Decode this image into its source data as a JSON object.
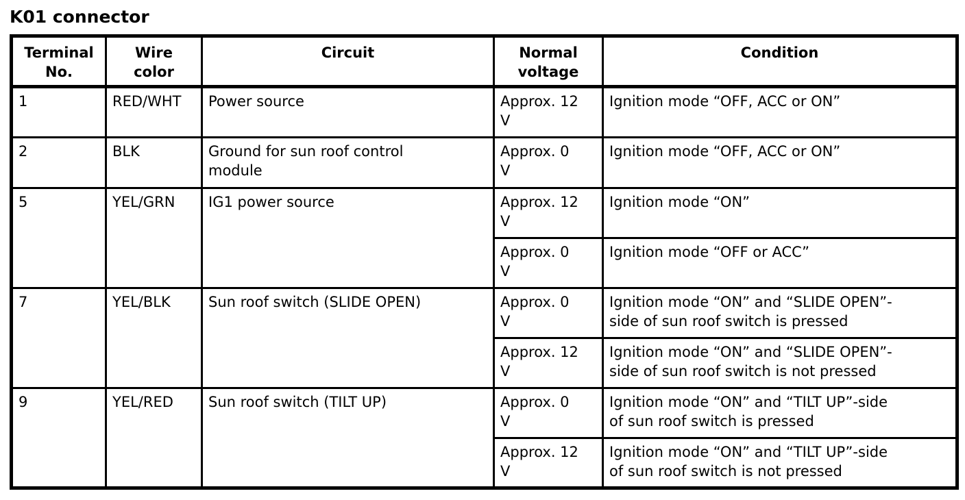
{
  "title": "K01 connector",
  "colors": {
    "grid": "#000000",
    "text": "#000000",
    "background": "#ffffff"
  },
  "table": {
    "headers": [
      "Terminal\nNo.",
      "Wire\ncolor",
      "Circuit",
      "Normal\nvoltage",
      "Condition"
    ],
    "rows": [
      {
        "terminal": "1",
        "wire_color": "RED/WHT",
        "circuit": "Power source",
        "entries": [
          {
            "voltage": "Approx. 12\nV",
            "condition": "Ignition mode “OFF, ACC or ON”"
          }
        ]
      },
      {
        "terminal": "2",
        "wire_color": "BLK",
        "circuit": "Ground for sun roof control\nmodule",
        "entries": [
          {
            "voltage": "Approx. 0\nV",
            "condition": "Ignition mode “OFF, ACC or ON”"
          }
        ]
      },
      {
        "terminal": "5",
        "wire_color": "YEL/GRN",
        "circuit": "IG1 power source",
        "entries": [
          {
            "voltage": "Approx. 12\nV",
            "condition": "Ignition mode “ON”"
          },
          {
            "voltage": "Approx. 0\nV",
            "condition": "Ignition mode “OFF or ACC”"
          }
        ]
      },
      {
        "terminal": "7",
        "wire_color": "YEL/BLK",
        "circuit": "Sun roof switch (SLIDE OPEN)",
        "entries": [
          {
            "voltage": "Approx. 0\nV",
            "condition": "Ignition mode “ON” and “SLIDE OPEN”-\nside of sun roof switch is pressed"
          },
          {
            "voltage": "Approx. 12\nV",
            "condition": "Ignition mode “ON” and “SLIDE OPEN”-\nside of sun roof switch is not pressed"
          }
        ]
      },
      {
        "terminal": "9",
        "wire_color": "YEL/RED",
        "circuit": "Sun roof switch (TILT UP)",
        "entries": [
          {
            "voltage": "Approx. 0\nV",
            "condition": "Ignition mode “ON” and “TILT UP”-side\nof sun roof switch is pressed"
          },
          {
            "voltage": "Approx. 12\nV",
            "condition": "Ignition mode “ON” and “TILT UP”-side\nof sun roof switch is not pressed"
          }
        ]
      }
    ]
  }
}
